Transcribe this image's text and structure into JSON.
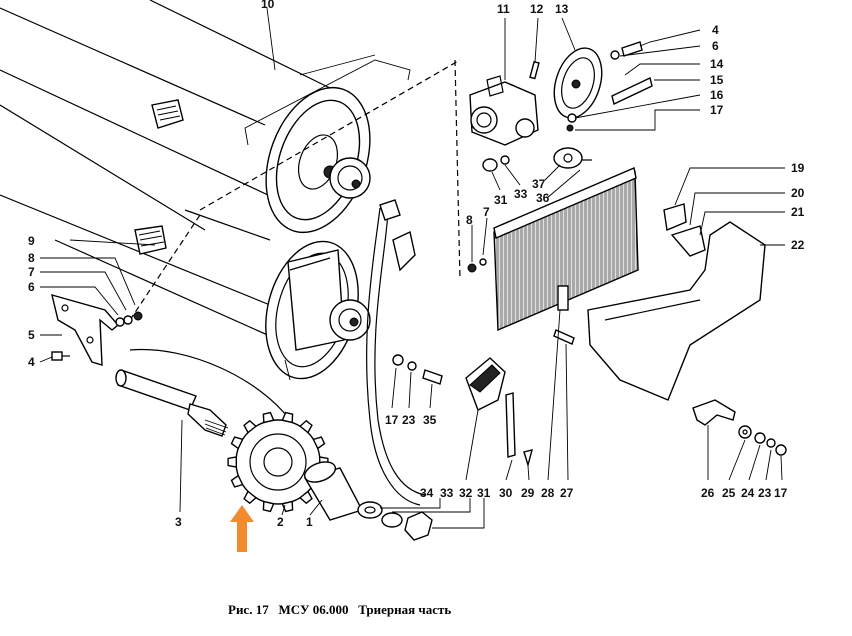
{
  "figure": {
    "caption": "Рис. 17   МСУ 06.000   Триерная часть"
  },
  "callouts": [
    {
      "id": "c10",
      "label": "10"
    },
    {
      "id": "c11",
      "label": "11"
    },
    {
      "id": "c12",
      "label": "12"
    },
    {
      "id": "c13",
      "label": "13"
    },
    {
      "id": "c4r",
      "label": "4"
    },
    {
      "id": "c6r",
      "label": "6"
    },
    {
      "id": "c14",
      "label": "14"
    },
    {
      "id": "c15",
      "label": "15"
    },
    {
      "id": "c16",
      "label": "16"
    },
    {
      "id": "c17r",
      "label": "17"
    },
    {
      "id": "c19",
      "label": "19"
    },
    {
      "id": "c20",
      "label": "20"
    },
    {
      "id": "c21",
      "label": "21"
    },
    {
      "id": "c22",
      "label": "22"
    },
    {
      "id": "c31a",
      "label": "31"
    },
    {
      "id": "c33a",
      "label": "33"
    },
    {
      "id": "c37",
      "label": "37"
    },
    {
      "id": "c36",
      "label": "36"
    },
    {
      "id": "c8r",
      "label": "8"
    },
    {
      "id": "c7r",
      "label": "7"
    },
    {
      "id": "c9",
      "label": "9"
    },
    {
      "id": "c8l",
      "label": "8"
    },
    {
      "id": "c7l",
      "label": "7"
    },
    {
      "id": "c6l",
      "label": "6"
    },
    {
      "id": "c5",
      "label": "5"
    },
    {
      "id": "c4l",
      "label": "4"
    },
    {
      "id": "c17m",
      "label": "17"
    },
    {
      "id": "c23m",
      "label": "23"
    },
    {
      "id": "c35",
      "label": "35"
    },
    {
      "id": "c3",
      "label": "3"
    },
    {
      "id": "c2",
      "label": "2"
    },
    {
      "id": "c1",
      "label": "1"
    },
    {
      "id": "c34",
      "label": "34"
    },
    {
      "id": "c33b",
      "label": "33"
    },
    {
      "id": "c31b",
      "label": "31"
    },
    {
      "id": "c32",
      "label": "32"
    },
    {
      "id": "c30",
      "label": "30"
    },
    {
      "id": "c29",
      "label": "29"
    },
    {
      "id": "c28",
      "label": "28"
    },
    {
      "id": "c27",
      "label": "27"
    },
    {
      "id": "c26",
      "label": "26"
    },
    {
      "id": "c25",
      "label": "25"
    },
    {
      "id": "c24",
      "label": "24"
    },
    {
      "id": "c23b",
      "label": "23"
    },
    {
      "id": "c17b",
      "label": "17"
    }
  ],
  "colors": {
    "arrow": "#f28a2e",
    "ink": "#111111",
    "background": "#ffffff"
  }
}
